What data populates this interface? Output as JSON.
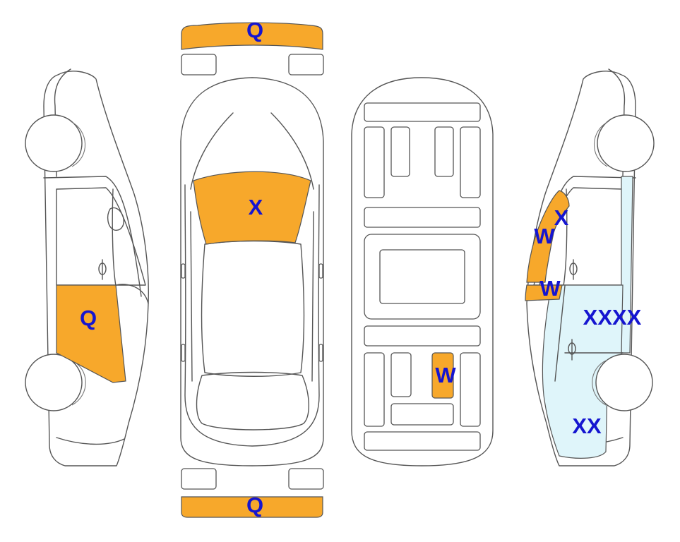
{
  "colors": {
    "damage": "#F7A82B",
    "repaint": "#DFF5FA",
    "outline": "#555555",
    "label": "#1515D0"
  },
  "views": {
    "left_side": {
      "marks": [
        "Q"
      ]
    },
    "top": {
      "marks": [
        "Q",
        "X",
        "Q"
      ]
    },
    "underbody": {
      "marks": [
        "W"
      ]
    },
    "right_side": {
      "marks": [
        "X",
        "W",
        "W",
        "XXXX",
        "XX"
      ]
    }
  }
}
